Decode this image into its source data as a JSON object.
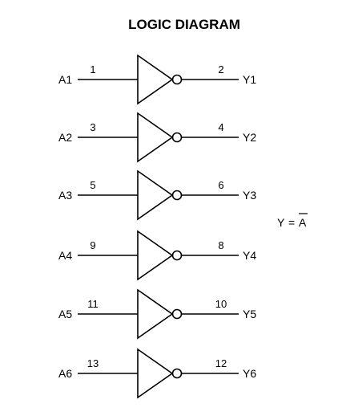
{
  "title": "LOGIC DIAGRAM",
  "equation": {
    "lhs": "Y",
    "op": "=",
    "rhs": "A",
    "rhs_overbar": true
  },
  "gates": [
    {
      "input": "A1",
      "in_pin": "1",
      "out_pin": "2",
      "output": "Y1"
    },
    {
      "input": "A2",
      "in_pin": "3",
      "out_pin": "4",
      "output": "Y2"
    },
    {
      "input": "A3",
      "in_pin": "5",
      "out_pin": "6",
      "output": "Y3"
    },
    {
      "input": "A4",
      "in_pin": "9",
      "out_pin": "8",
      "output": "Y4"
    },
    {
      "input": "A5",
      "in_pin": "11",
      "out_pin": "10",
      "output": "Y5"
    },
    {
      "input": "A6",
      "in_pin": "13",
      "out_pin": "12",
      "output": "Y6"
    }
  ],
  "gate_type": "inverter"
}
